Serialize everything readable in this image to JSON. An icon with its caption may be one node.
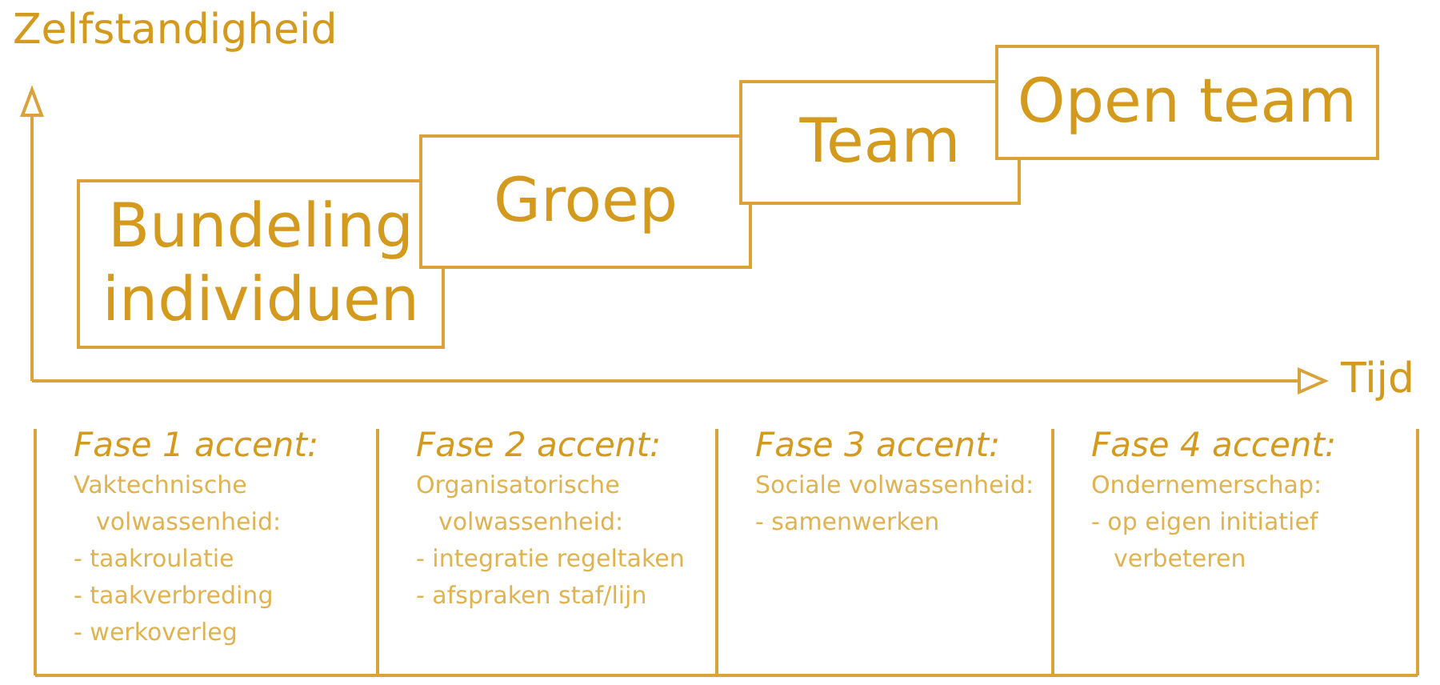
{
  "diagram": {
    "nodes": [
      {
        "text": [
          "Bundeling individuen"
        ]
      },
      {
        "text": [
          "Groep"
        ]
      },
      {
        "text": [
          "Team"
        ]
      },
      {
        "text": [
          "Open team"
        ]
      },
      {
        "text": [
          "Fase 1 accent:",
          "Vaktechnische volwassenheid:",
          "- taakroulatie",
          "- taakverbreding",
          "- werkoverleg"
        ]
      },
      {
        "text": [
          "Fase 2 accent:",
          "Organisatorische volwassenheid:",
          "- integratie regeltaken",
          "- afspraken staf/lijn"
        ]
      },
      {
        "text": [
          "Fase 3 accent:",
          "Sociale volwassenheid:",
          "- samenwerken"
        ]
      },
      {
        "text": [
          "Fase 4 accent:",
          "Ondernemerschap:",
          "- op eigen initiatief verbeteren"
        ]
      }
    ],
    "edges": [],
    "labels": [
      "Zelfstandigheid",
      "Tijd"
    ]
  }
}
